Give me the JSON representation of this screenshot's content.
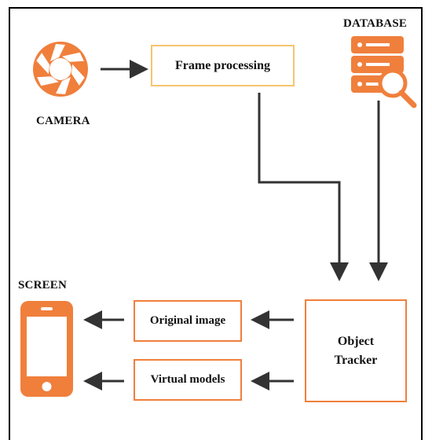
{
  "labels": {
    "camera": "CAMERA",
    "database": "DATABASE",
    "screen": "SCREEN"
  },
  "boxes": {
    "frame_processing": "Frame processing",
    "original_image": "Original image",
    "virtual_models": "Virtual models",
    "object_tracker": "Object\nTracker"
  },
  "icons": {
    "camera": "camera-aperture-icon",
    "database": "database-search-icon",
    "screen": "smartphone-icon"
  },
  "colors": {
    "accent": "#f07f3c",
    "frame_box_border": "#f6c46d",
    "arrow": "#333333"
  }
}
